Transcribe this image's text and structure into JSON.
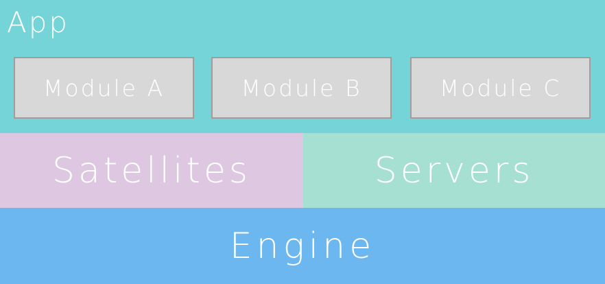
{
  "app": {
    "title": "App",
    "color": "#74d4d8",
    "modules": [
      {
        "label": "Module A"
      },
      {
        "label": "Module B"
      },
      {
        "label": "Module C"
      }
    ],
    "module_color": "#d8d8d8",
    "module_border_color": "#9e9e9e"
  },
  "satellites": {
    "label": "Satellites",
    "color": "#dec7e1"
  },
  "servers": {
    "label": "Servers",
    "color": "#a5e0d2"
  },
  "engine": {
    "label": "Engine",
    "color": "#6cb7ef"
  },
  "text_color": "#ffffff"
}
